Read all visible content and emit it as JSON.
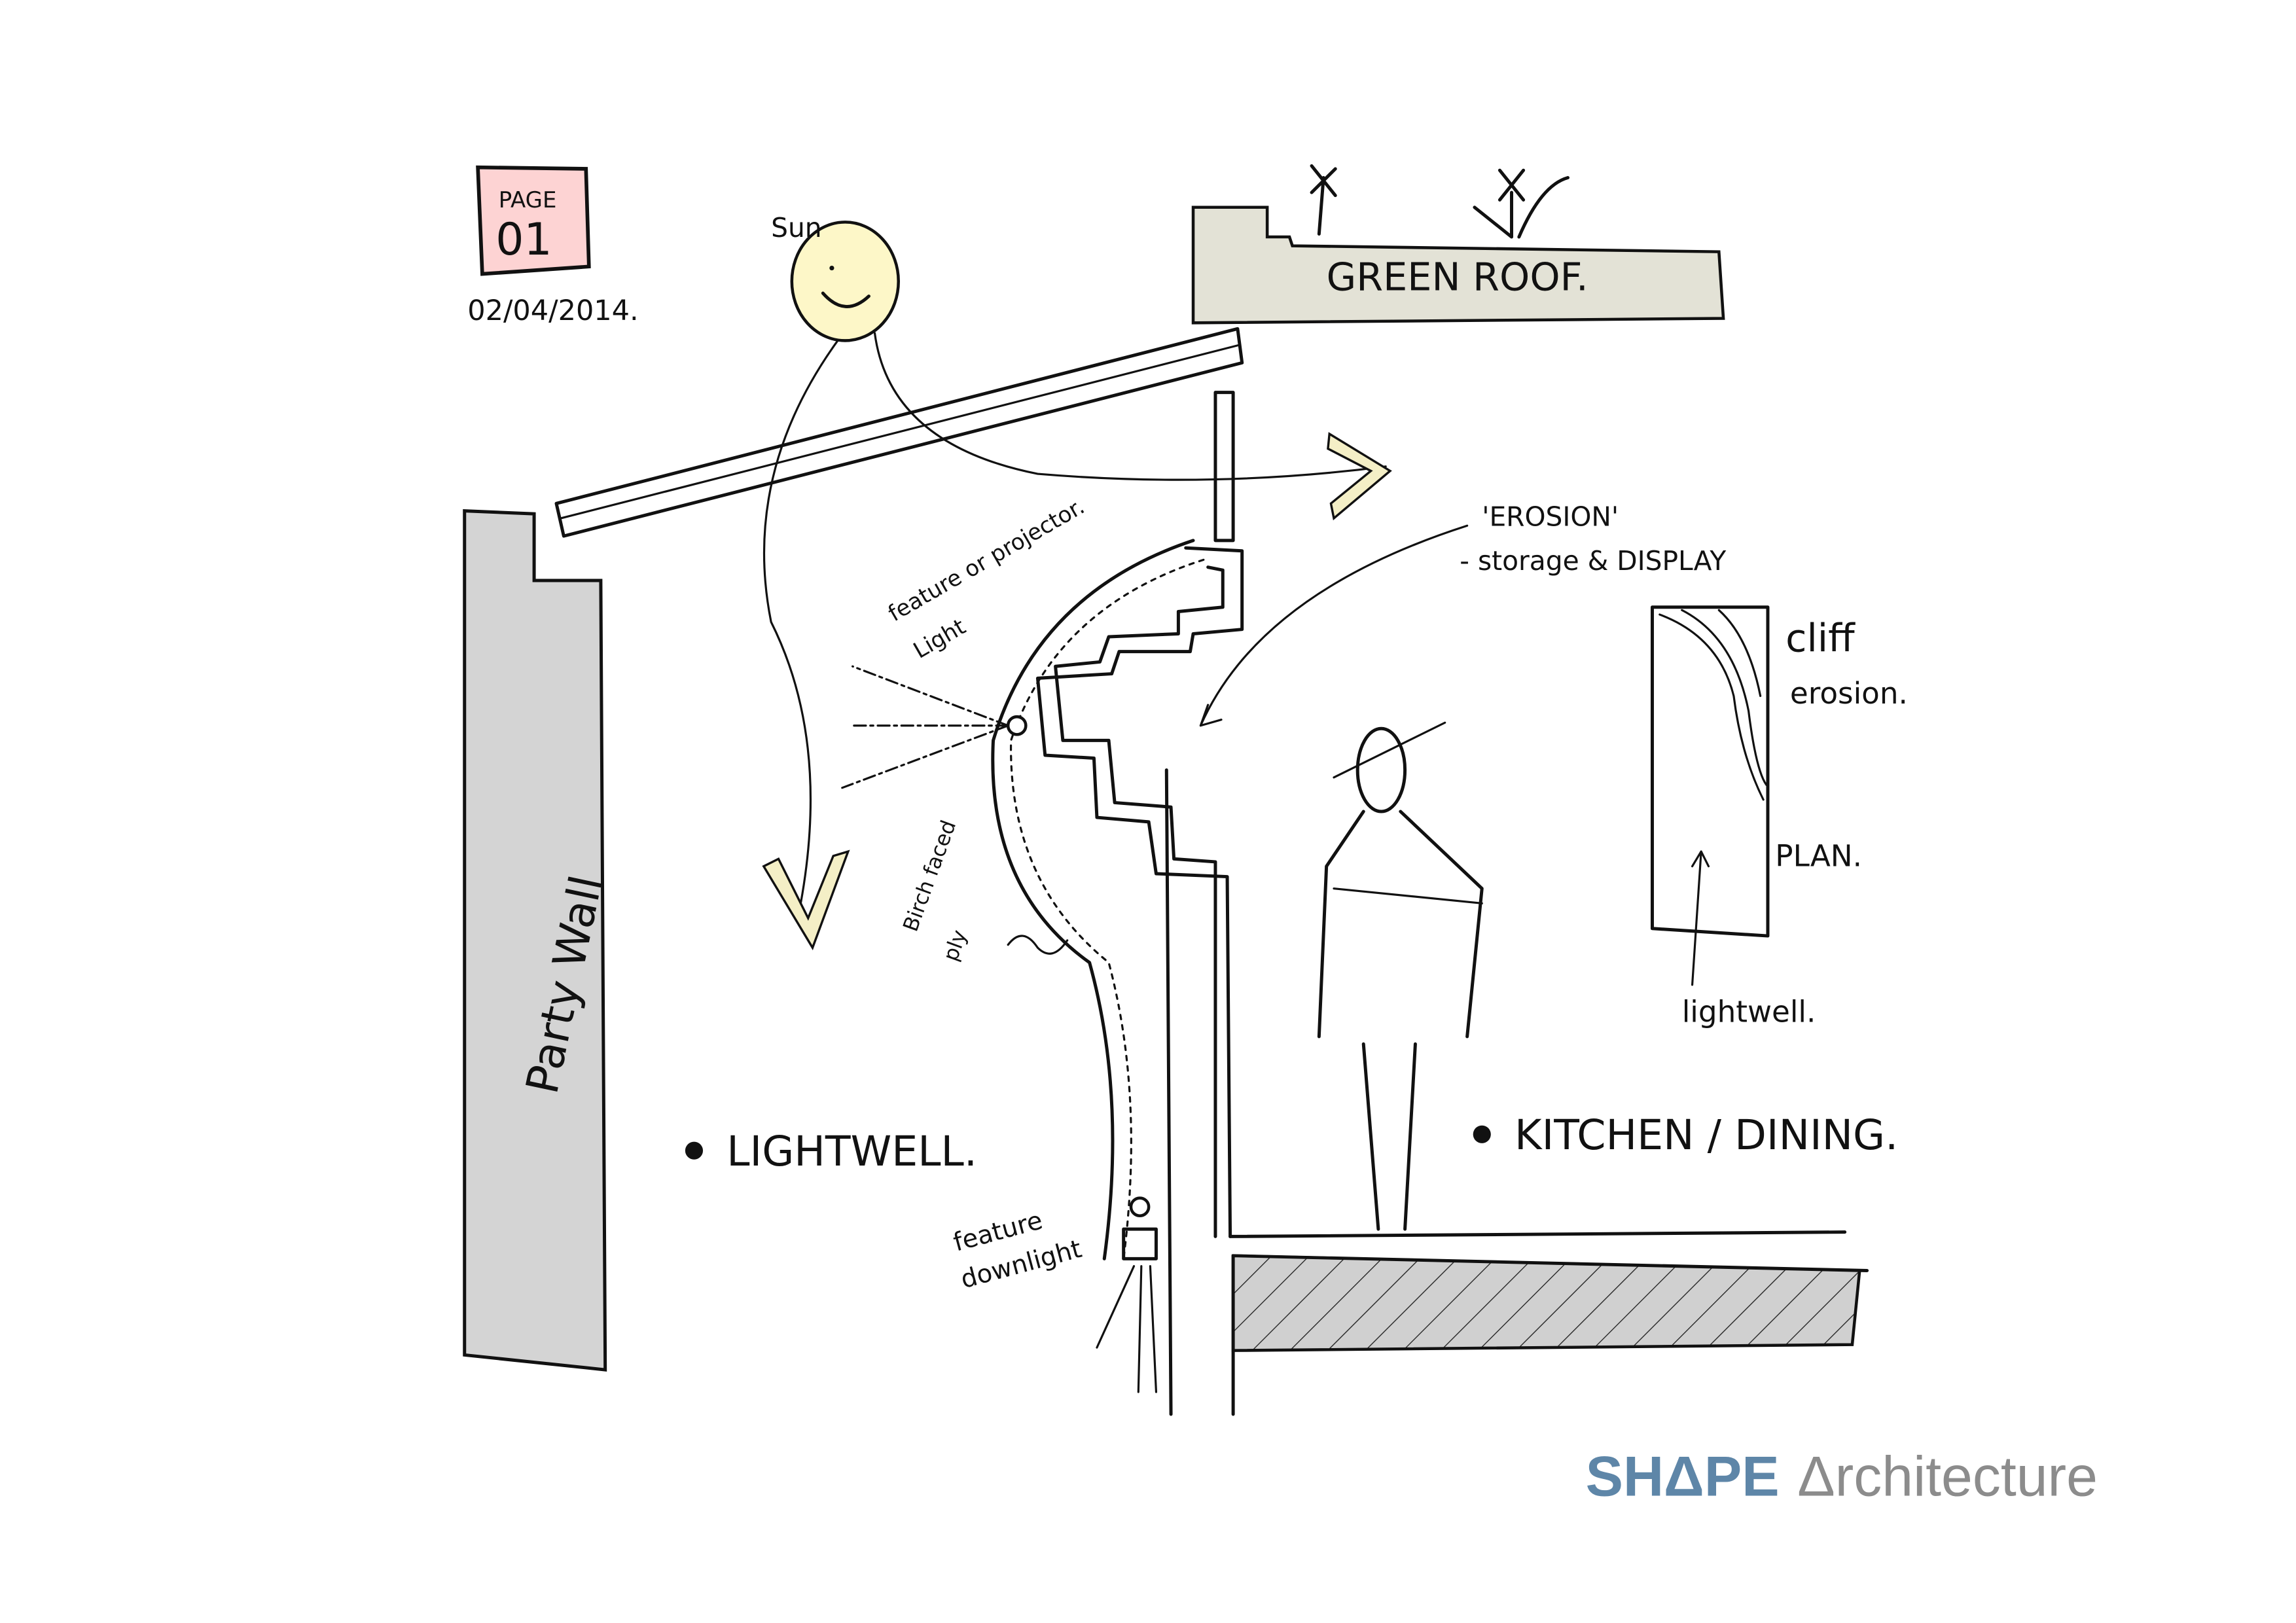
{
  "stamp": {
    "page_label": "PAGE",
    "page_number": "01",
    "date": "02/04/2014.",
    "color": "#fdd3d3"
  },
  "labels": {
    "sun": "Sun",
    "green_roof": "GREEN ROOF.",
    "erosion_title": "'EROSION'",
    "erosion_sub": "- storage & DISPLAY",
    "cliff": "cliff",
    "cliff_erosion": "erosion.",
    "plan": "PLAN.",
    "lightwell_plan": "lightwell.",
    "feature_light_1": "feature or projector.",
    "feature_light_2": "Light",
    "birch_1": "Birch faced",
    "birch_2": "ply",
    "downlight_1": "feature",
    "downlight_2": "downlight",
    "lightwell": "LIGHTWELL.",
    "kitchen": "KITCHEN / DINING.",
    "party_wall": "Party Wall"
  },
  "colors": {
    "party_wall": "#d4d4d4",
    "green_roof": "#e3e2d6",
    "sun": "#fdf7c8",
    "arrow_fill": "#f4efc6",
    "floor": "#d0d0d0"
  },
  "logo": {
    "brand": "SHΔPE",
    "suffix": "Δrchitecture",
    "brand_color": "#5e86a8",
    "suffix_color": "#8c8c8c"
  }
}
